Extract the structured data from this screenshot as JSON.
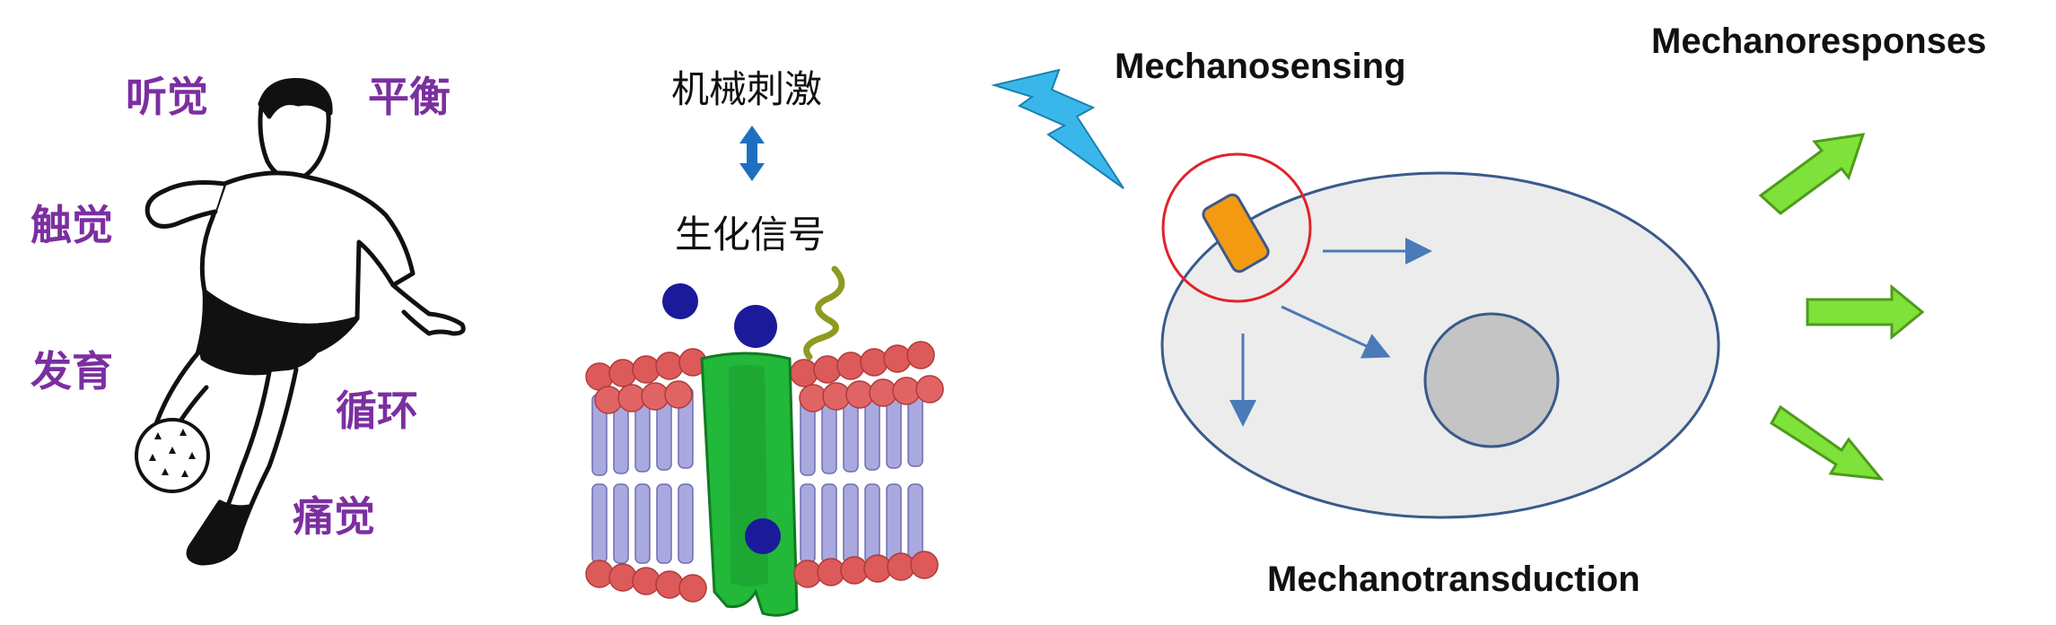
{
  "senses": {
    "hearing": "听觉",
    "balance": "平衡",
    "touch": "触觉",
    "development": "发育",
    "circulation": "循环",
    "pain": "痛觉"
  },
  "signals": {
    "mechanical_stimulus": "机械刺激",
    "biochemical_signal": "生化信号"
  },
  "labels": {
    "mechanosensing": "Mechanosensing",
    "mechanoresponses": "Mechanoresponses",
    "mechanotransduction": "Mechanotransduction"
  },
  "colors": {
    "sense_text": "#7b2fa0",
    "double_arrow": "#1f6fc0",
    "lightning": "#3ab7ea",
    "cell_fill": "#ececec",
    "cell_stroke": "#3a5a8a",
    "nucleus": "#c4c4c4",
    "sensor": "#f39a12",
    "sensor_ring": "#e0232a",
    "signal_arrow": "#4a7ab8",
    "response_arrow": "#7ee23a",
    "lipid_head": "#dd5a5a",
    "lipid_tail": "#a9a9e0",
    "channel": "#22b83a",
    "ion": "#1a1a9a"
  }
}
